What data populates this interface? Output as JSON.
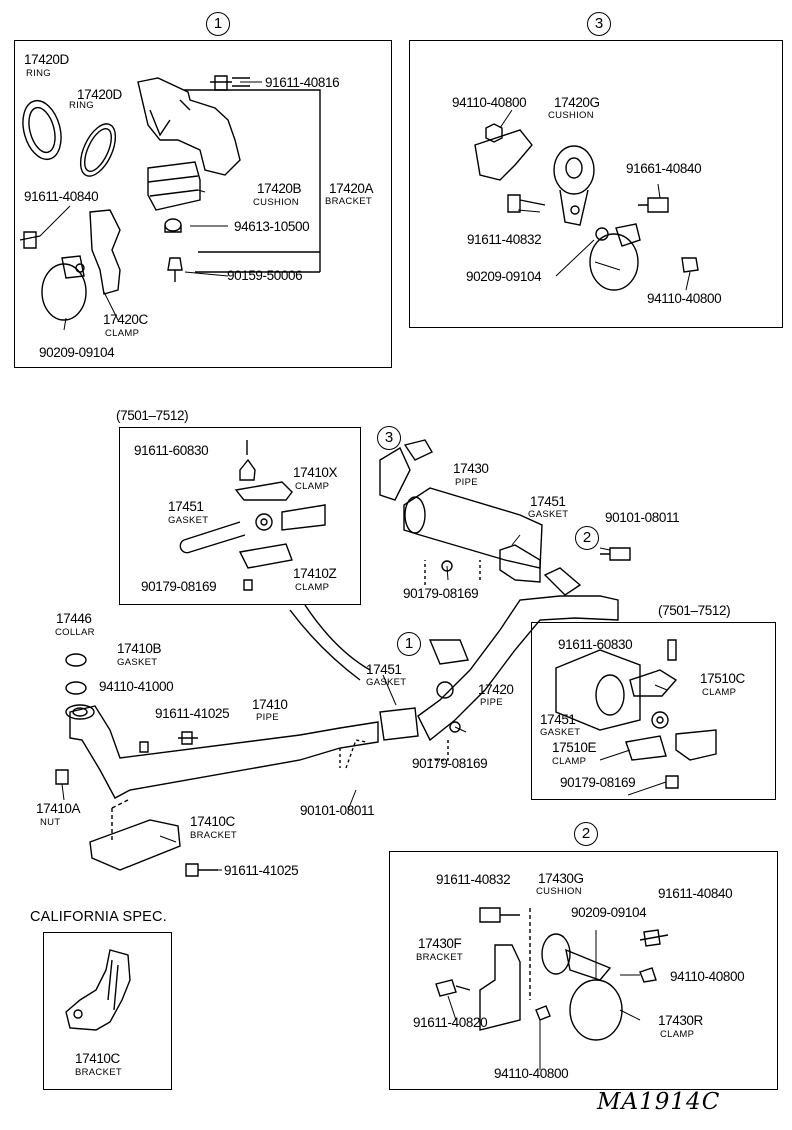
{
  "boxes": {
    "b1_marker": "1",
    "b3_marker": "3",
    "b2_marker": "2",
    "early_range": "(7501–7512)",
    "tail_range": "(7501–7512)"
  },
  "main_markers": {
    "m1": "1",
    "m2": "2",
    "m3": "3"
  },
  "california": {
    "title": "CALIFORNIA SPEC.",
    "part": "17410C",
    "desc": "BRACKET"
  },
  "box1": [
    {
      "pn": "17420D",
      "desc": "RING"
    },
    {
      "pn": "17420D",
      "desc": "RING"
    },
    {
      "pn": "91611-40816",
      "desc": ""
    },
    {
      "pn": "17420B",
      "desc": "CUSHION"
    },
    {
      "pn": "17420A",
      "desc": "BRACKET"
    },
    {
      "pn": "94613-10500",
      "desc": ""
    },
    {
      "pn": "90159-50006",
      "desc": ""
    },
    {
      "pn": "91611-40840",
      "desc": ""
    },
    {
      "pn": "17420C",
      "desc": "CLAMP"
    },
    {
      "pn": "90209-09104",
      "desc": ""
    }
  ],
  "box3": [
    {
      "pn": "94110-40800",
      "desc": ""
    },
    {
      "pn": "17420G",
      "desc": "CUSHION"
    },
    {
      "pn": "91661-40840",
      "desc": ""
    },
    {
      "pn": "91611-40832",
      "desc": ""
    },
    {
      "pn": "90209-09104",
      "desc": ""
    },
    {
      "pn": "94110-40800",
      "desc": ""
    }
  ],
  "box_early": [
    {
      "pn": "91611-60830",
      "desc": ""
    },
    {
      "pn": "17410X",
      "desc": "CLAMP"
    },
    {
      "pn": "17451",
      "desc": "GASKET"
    },
    {
      "pn": "90179-08169",
      "desc": ""
    },
    {
      "pn": "17410Z",
      "desc": "CLAMP"
    }
  ],
  "box_tail": [
    {
      "pn": "91611-60830",
      "desc": ""
    },
    {
      "pn": "17510C",
      "desc": "CLAMP"
    },
    {
      "pn": "17451",
      "desc": "GASKET"
    },
    {
      "pn": "17510E",
      "desc": "CLAMP"
    },
    {
      "pn": "90179-08169",
      "desc": ""
    }
  ],
  "box2": [
    {
      "pn": "91611-40832",
      "desc": ""
    },
    {
      "pn": "17430G",
      "desc": "CUSHION"
    },
    {
      "pn": "91611-40840",
      "desc": ""
    },
    {
      "pn": "90209-09104",
      "desc": ""
    },
    {
      "pn": "17430F",
      "desc": "BRACKET"
    },
    {
      "pn": "94110-40800",
      "desc": ""
    },
    {
      "pn": "91611-40820",
      "desc": ""
    },
    {
      "pn": "17430R",
      "desc": "CLAMP"
    },
    {
      "pn": "94110-40800",
      "desc": ""
    }
  ],
  "main": [
    {
      "pn": "17430",
      "desc": "PIPE"
    },
    {
      "pn": "17451",
      "desc": "GASKET"
    },
    {
      "pn": "90101-08011",
      "desc": ""
    },
    {
      "pn": "90179-08169",
      "desc": ""
    },
    {
      "pn": "17446",
      "desc": "COLLAR"
    },
    {
      "pn": "17410B",
      "desc": "GASKET"
    },
    {
      "pn": "94110-41000",
      "desc": ""
    },
    {
      "pn": "91611-41025",
      "desc": ""
    },
    {
      "pn": "17410",
      "desc": "PIPE"
    },
    {
      "pn": "17451",
      "desc": "GASKET"
    },
    {
      "pn": "17420",
      "desc": "PIPE"
    },
    {
      "pn": "90179-08169",
      "desc": ""
    },
    {
      "pn": "17410A",
      "desc": "NUT"
    },
    {
      "pn": "90101-08011",
      "desc": ""
    },
    {
      "pn": "17410C",
      "desc": "BRACKET"
    },
    {
      "pn": "91611-41025",
      "desc": ""
    }
  ],
  "signature": "MA1914C"
}
